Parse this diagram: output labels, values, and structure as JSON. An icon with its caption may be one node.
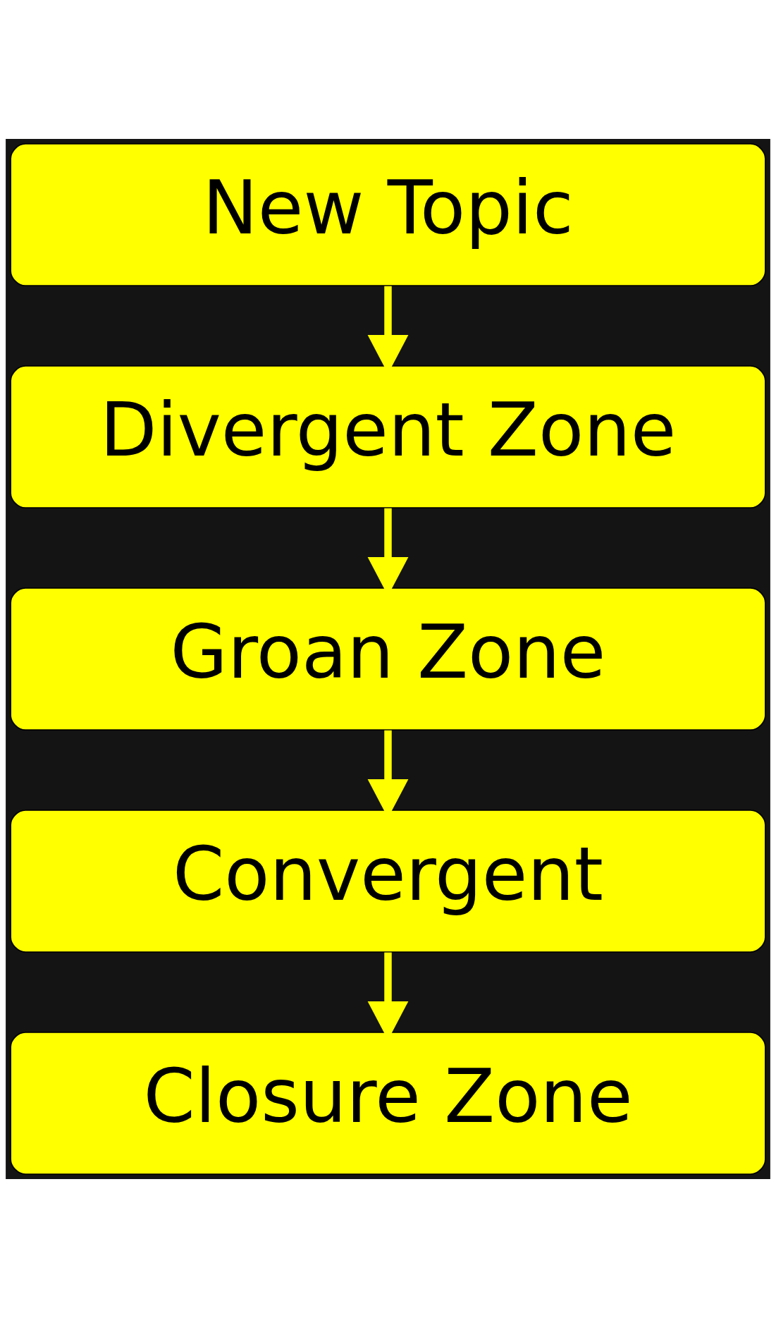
{
  "diagram": {
    "nodes": [
      {
        "text": [
          "New Topic"
        ]
      },
      {
        "text": [
          "Divergent Zone"
        ]
      },
      {
        "text": [
          "Groan Zone"
        ]
      },
      {
        "text": [
          "Convergent"
        ]
      },
      {
        "text": [
          "Closure Zone"
        ]
      }
    ],
    "edges": [
      {
        "from": 0,
        "to": 1,
        "arrow": "to"
      },
      {
        "from": 1,
        "to": 2,
        "arrow": "to"
      },
      {
        "from": 2,
        "to": 3,
        "arrow": "to"
      },
      {
        "from": 3,
        "to": 4,
        "arrow": "to"
      }
    ]
  }
}
